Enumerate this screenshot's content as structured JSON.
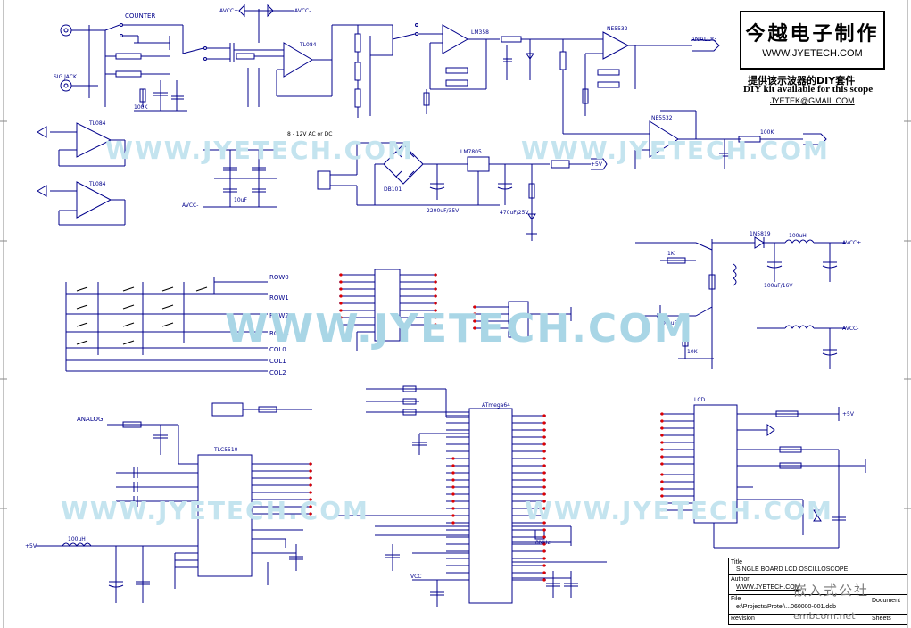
{
  "logo": {
    "chinese_name": "今越电子制作",
    "website": "WWW.JYETECH.COM"
  },
  "kit_note": {
    "chinese": "提供该示波器的DIY套件",
    "english": "DIY kit available for this scope",
    "email": "JYETEK@GMAIL.COM"
  },
  "watermark": "WWW.JYETECH.COM",
  "footer": {
    "chinese": "嵌入式公社",
    "url": "embcom.net"
  },
  "title_block": {
    "title_label": "Title",
    "title": "SINGLE BOARD LCD OSCILLOSCOPE",
    "author_label": "Author",
    "author": "WWW.JYETECH.COM",
    "file_label": "File",
    "file": "e:\\Projects\\Protel\\...060000-001.ddb",
    "document_label": "Document",
    "revision_label": "Revision",
    "sheets_label": "Sheets"
  },
  "labels": {
    "counter": "COUNTER",
    "sig_jack": "SIG JACK",
    "analog_net": "ANALOG",
    "power_in": "8 - 12V AC or DC",
    "ic_u2": "TL084",
    "ic_u1": "LM358",
    "ic_u5": "LM7805",
    "ic_u6": "NE5532",
    "ic_u4": "ATmega64",
    "ic_u3": "TLC5510",
    "vcc_analog": "AVCC+",
    "vee_analog": "AVCC-",
    "vcc": "VCC",
    "plus5": "+5V",
    "row0": "ROW0",
    "row1": "ROW1",
    "row2": "ROW2",
    "row3": "ROW3",
    "col0": "COL0",
    "col1": "COL1",
    "col2": "COL2",
    "lcd": "LCD",
    "crystal": "8MHz",
    "cap_2200": "2200uF/35V",
    "cap_470": "470uF/25V",
    "cap_100": "100uF/16V",
    "bridge": "DB101",
    "diode_1n": "1N5819",
    "res_1k": "1K",
    "res_10k": "10K",
    "res_100k": "100K",
    "cap_01": "0.1uF",
    "cap_10": "10uF",
    "inductor": "100uH"
  }
}
